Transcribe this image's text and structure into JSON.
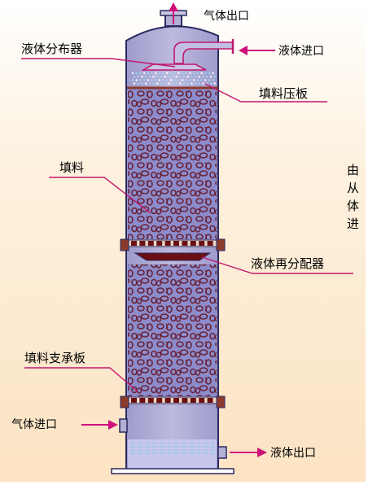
{
  "labels": {
    "gas_outlet": "气体出口",
    "liquid_distributor": "液体分布器",
    "liquid_inlet": "液体进口",
    "packing_press_plate": "填料压板",
    "packing": "填料",
    "liquid_redistributor": "液体再分配器",
    "packing_support_plate": "填料支承板",
    "gas_inlet": "气体进口",
    "liquid_outlet": "液体出口"
  },
  "side_text": [
    "由",
    "从",
    "体",
    "进"
  ],
  "colors": {
    "background": "#FCE9CF",
    "column_body": "#B3B0D6",
    "outline": "#2A2A60",
    "label_line": "#C0186E",
    "packing_fill": "#8A8ACB",
    "packing_ring": "#6A2236",
    "flange": "#8C3A2E",
    "plate": "#6B0F12",
    "arrow": "#D0107A"
  }
}
